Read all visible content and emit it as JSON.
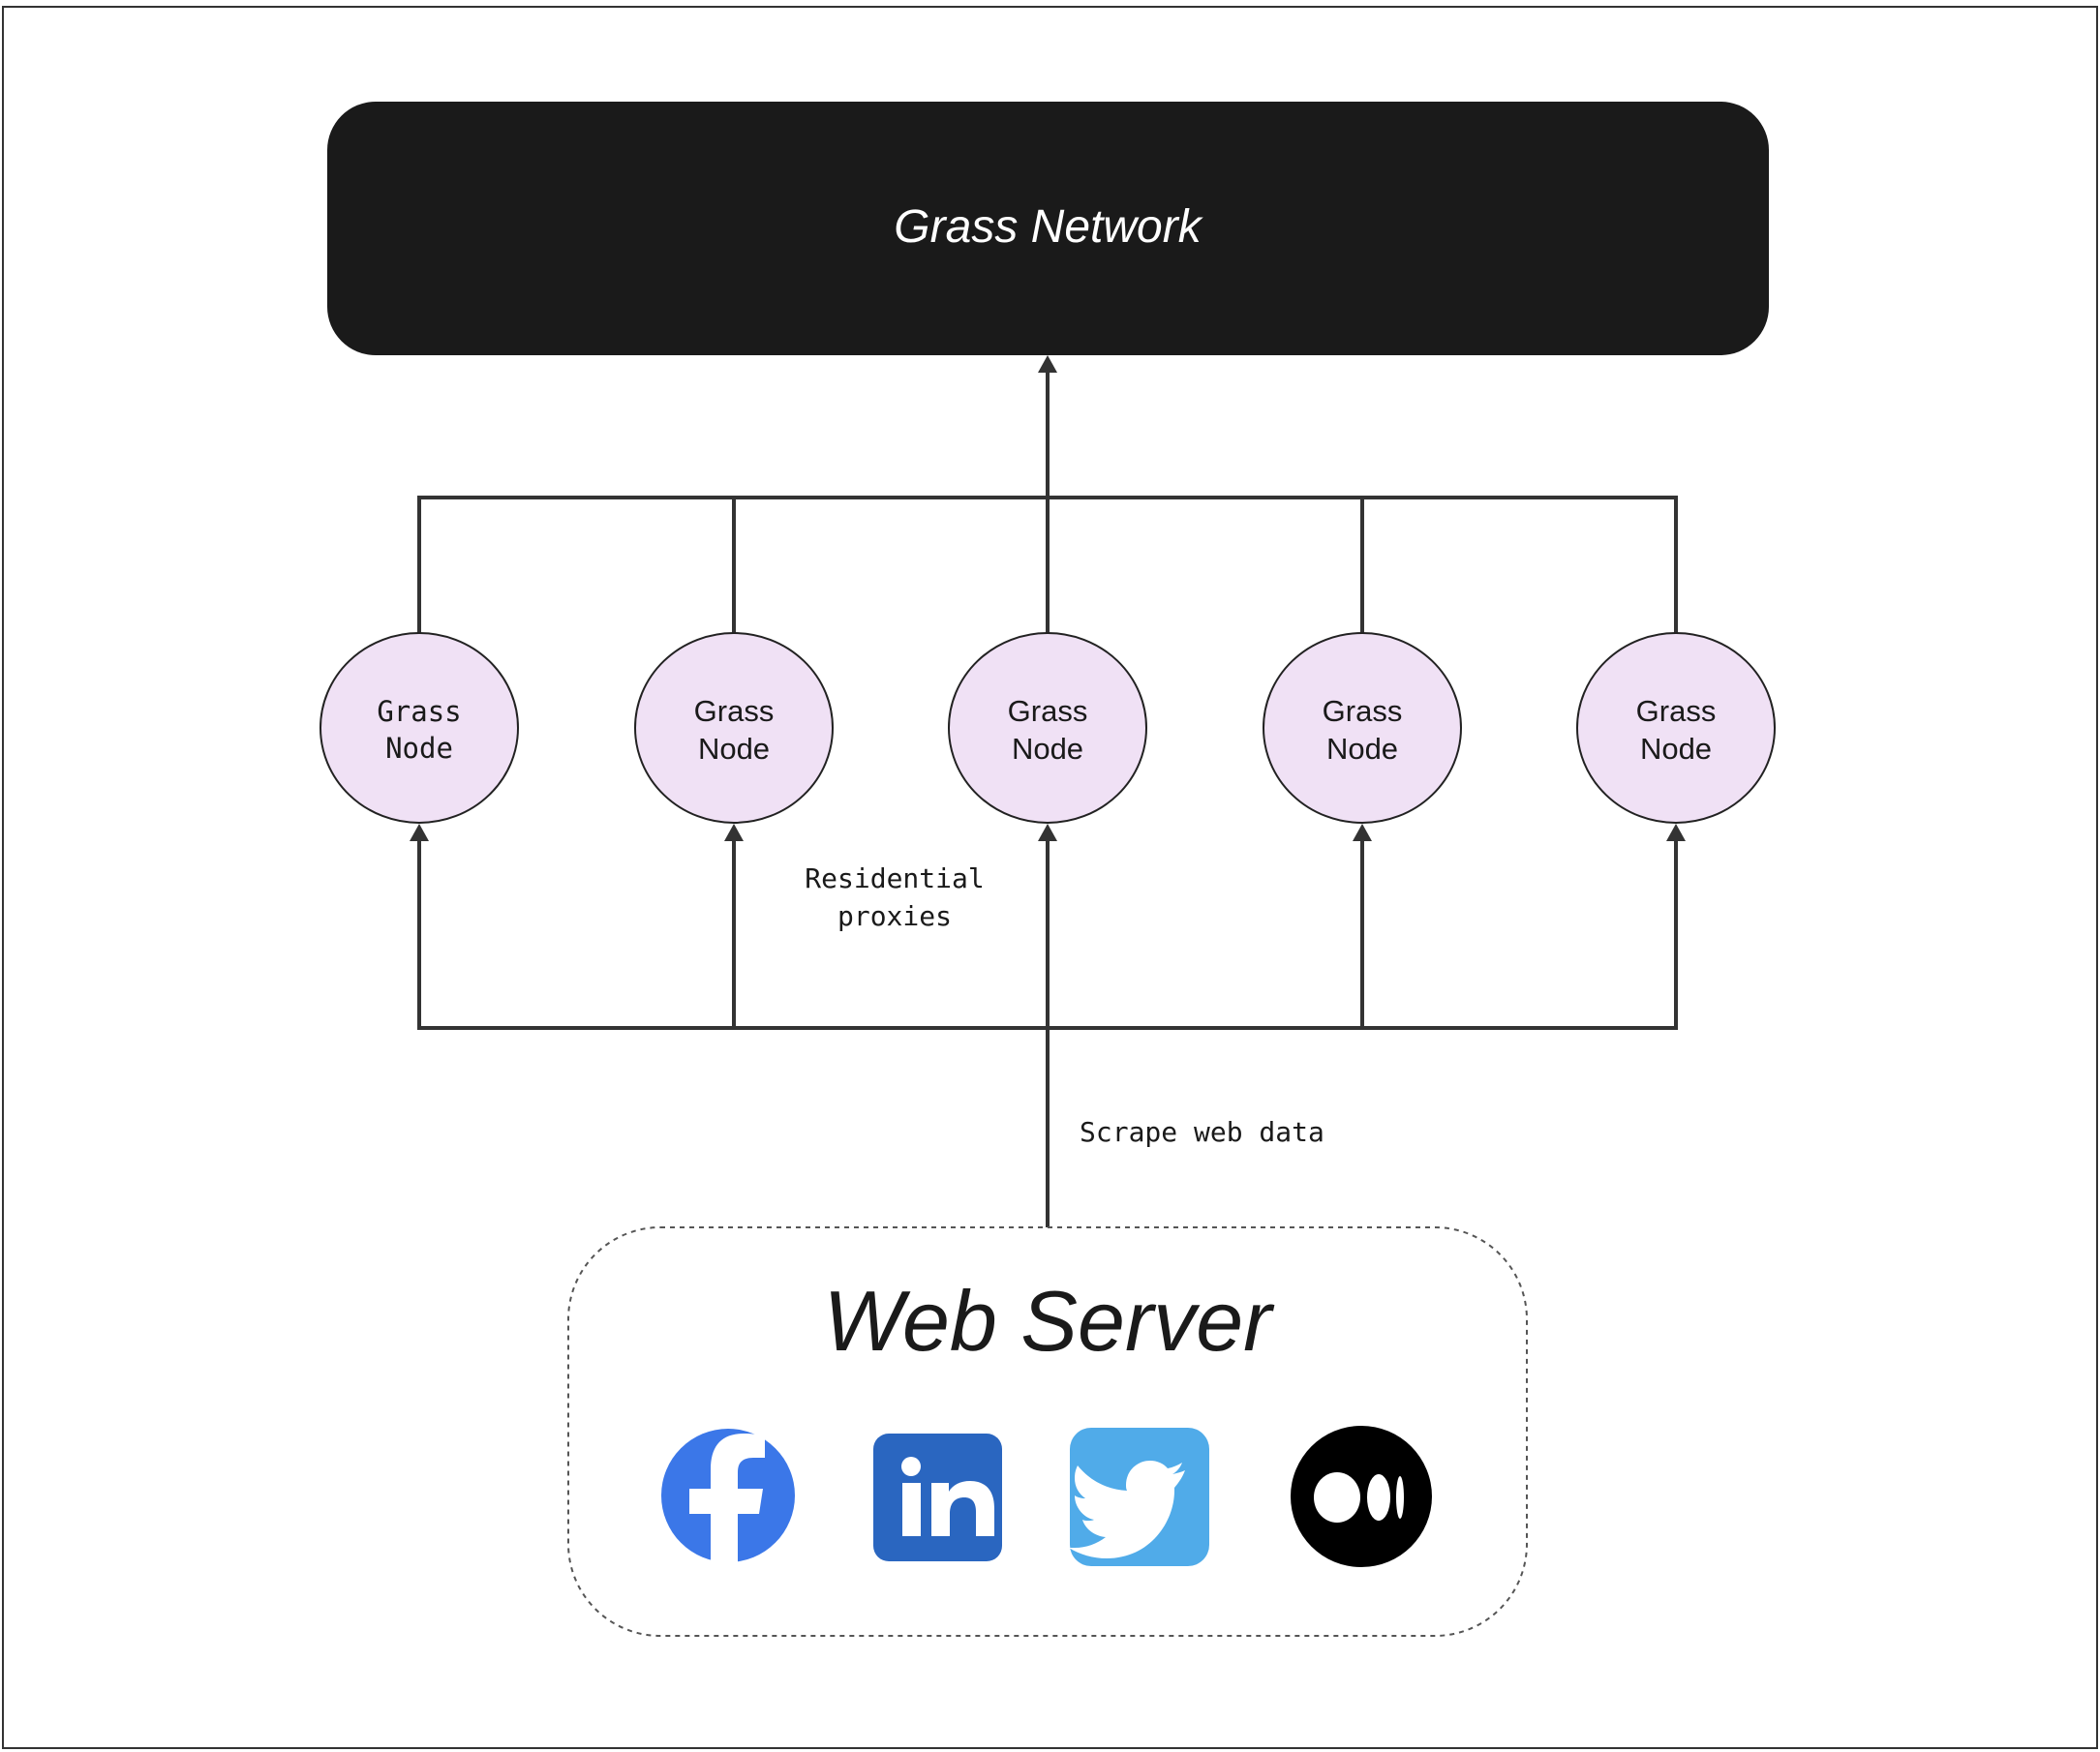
{
  "diagram": {
    "network": {
      "title": "Grass Network",
      "fill": "#1a1a1a"
    },
    "nodes": [
      {
        "line1": "Grass",
        "line2": "Node"
      },
      {
        "line1": "Grass",
        "line2": "Node"
      },
      {
        "line1": "Grass",
        "line2": "Node"
      },
      {
        "line1": "Grass",
        "line2": "Node"
      },
      {
        "line1": "Grass",
        "line2": "Node"
      }
    ],
    "node_fill": "#f0e1f5",
    "proxies_label": {
      "line1": "Residential",
      "line2": "proxies"
    },
    "scrape_label": "Scrape web data",
    "web_server": {
      "title": "Web Server",
      "icons": [
        {
          "name": "facebook-icon",
          "color": "#3b77e8"
        },
        {
          "name": "linkedin-icon",
          "color": "#2a66c0"
        },
        {
          "name": "twitter-icon",
          "color": "#50abe9"
        },
        {
          "name": "medium-icon",
          "color": "#000000"
        }
      ]
    }
  }
}
